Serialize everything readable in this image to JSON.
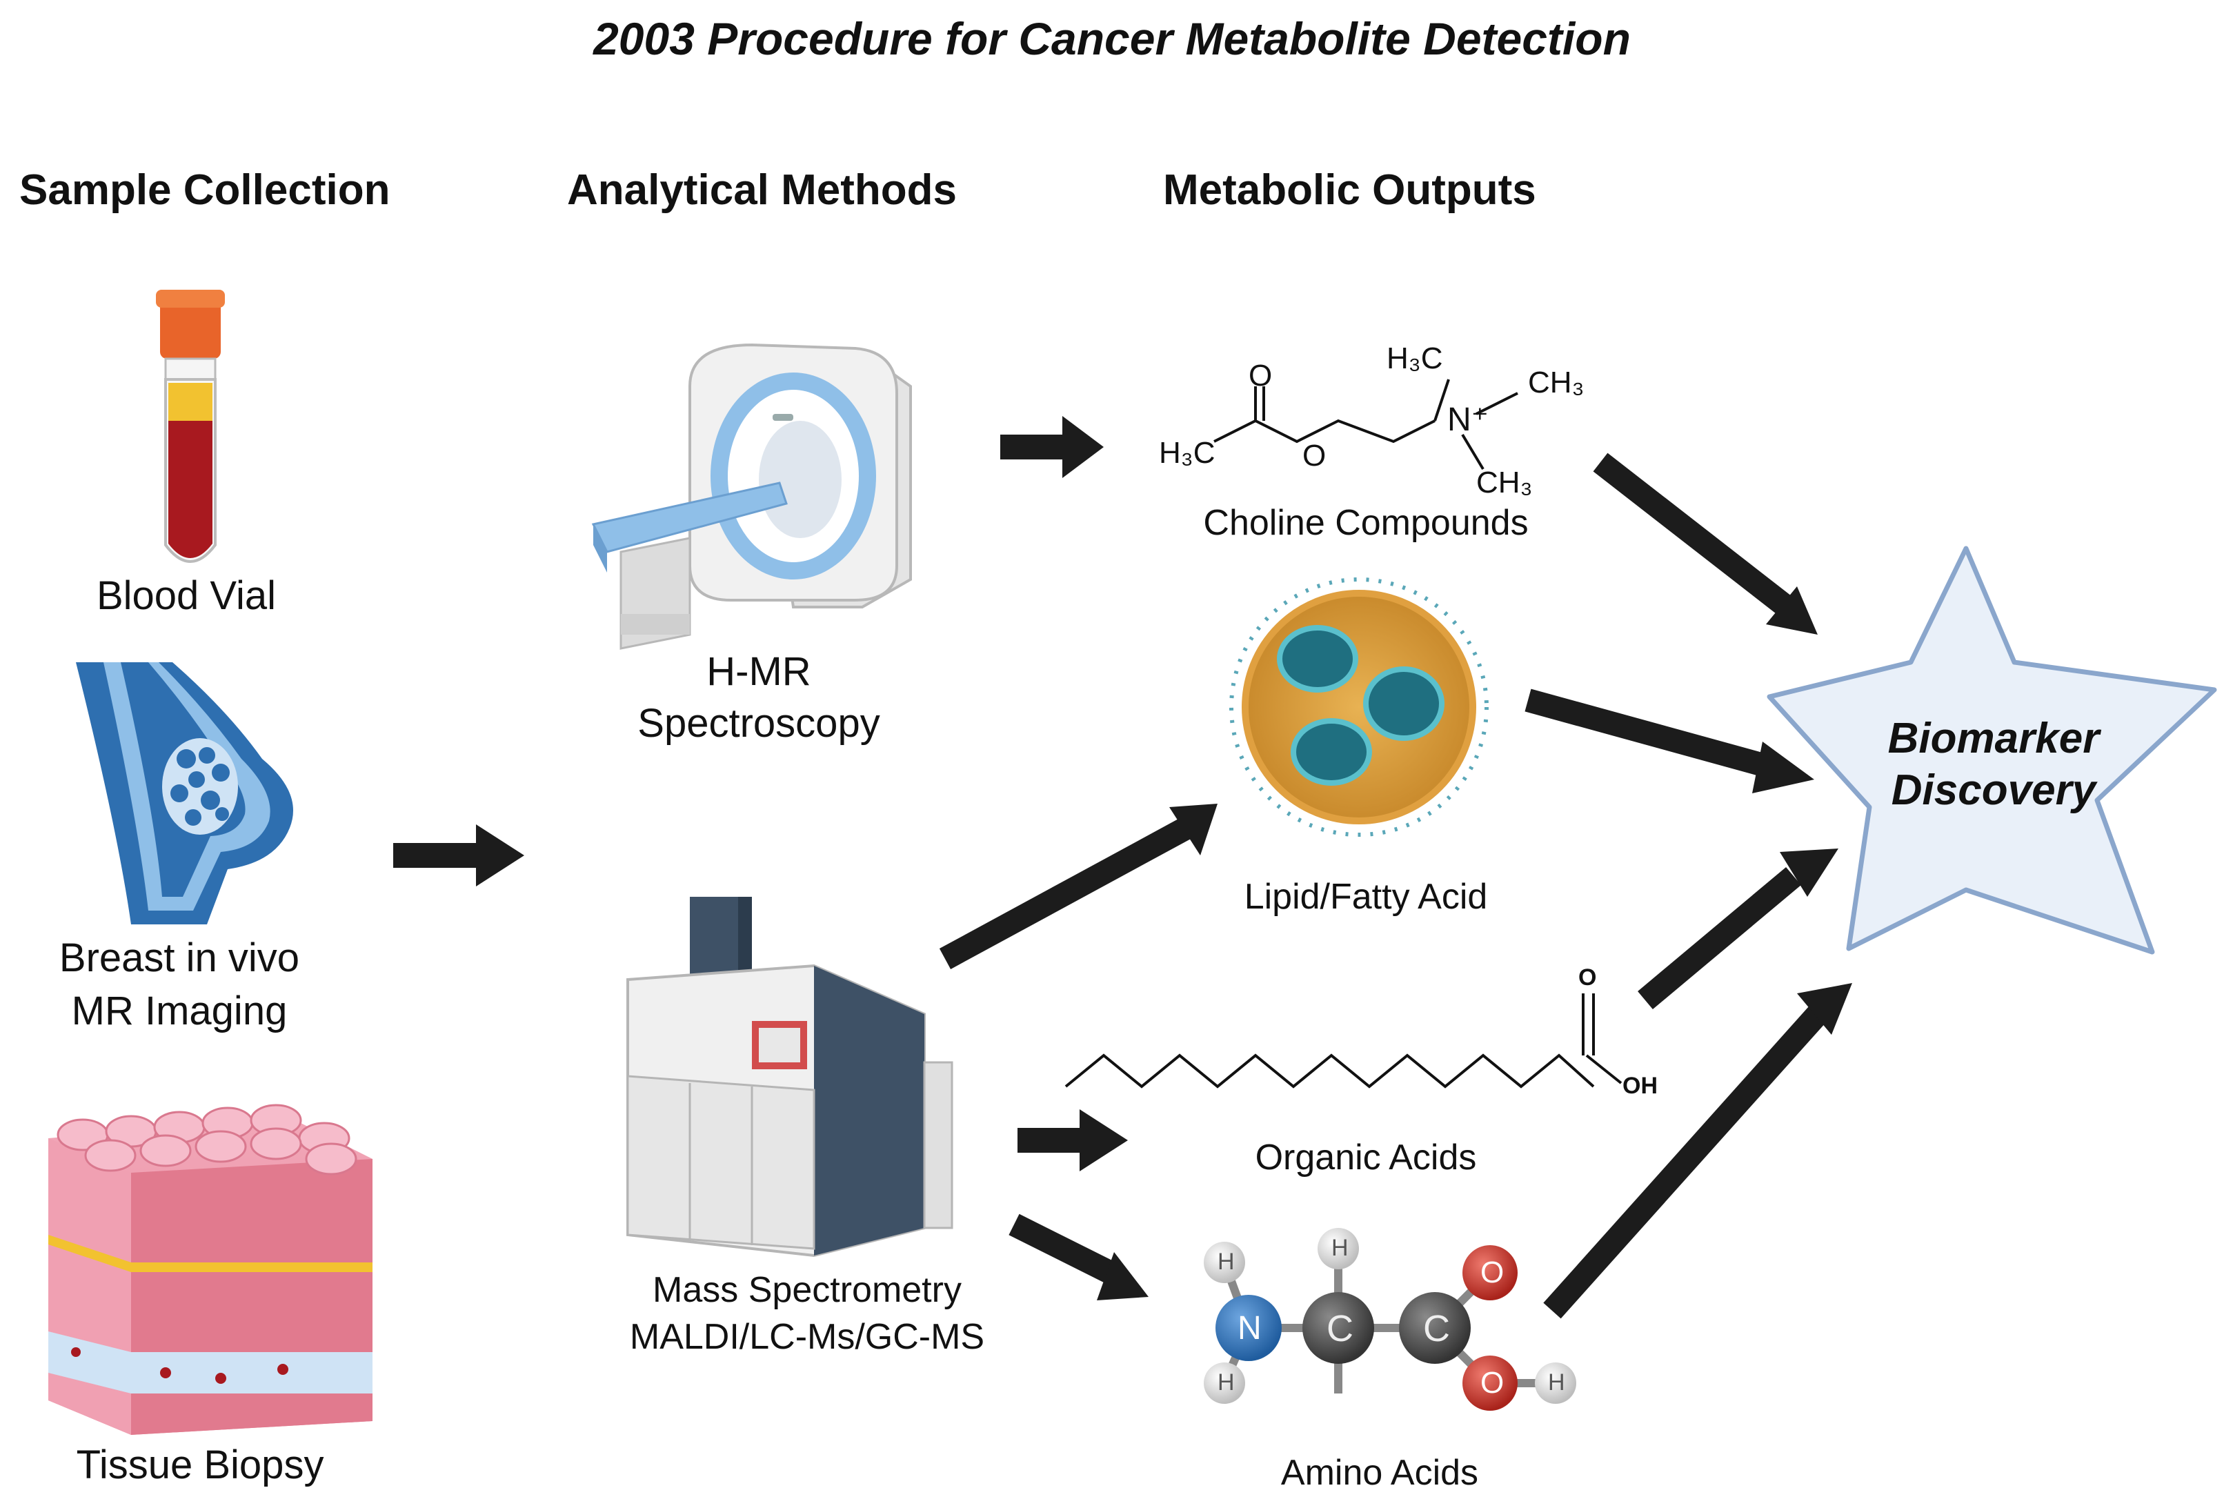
{
  "title": "2003 Procedure for Cancer Metabolite Detection",
  "columns": {
    "sample_collection": "Sample Collection",
    "analytical_methods": "Analytical Methods",
    "metabolic_outputs": "Metabolic Outputs"
  },
  "samples": {
    "blood": "Blood Vial",
    "breast_line1": "Breast in vivo",
    "breast_line2": "MR Imaging",
    "tissue": "Tissue Biopsy"
  },
  "methods": {
    "hmr_line1": "H-MR",
    "hmr_line2": "Spectroscopy",
    "ms_line1": "Mass Spectrometry",
    "ms_line2": "MALDI/LC-Ms/GC-MS"
  },
  "outputs": {
    "choline": "Choline Compounds",
    "lipid": "Lipid/Fatty Acid",
    "organic": "Organic Acids",
    "amino": "Amino Acids"
  },
  "chemistry": {
    "choline": {
      "ch3": "H",
      "h3c_left": "H",
      "o_top": "O",
      "o_ester": "O",
      "n": "N"
    },
    "organic": {
      "o": "O",
      "oh": "OH"
    },
    "amino": {
      "n": "N",
      "c1": "C",
      "c2": "C",
      "o1": "O",
      "o2": "O",
      "h": "H"
    }
  },
  "goal": {
    "line1": "Biomarker",
    "line2": "Discovery"
  },
  "colors": {
    "arrow": "#1c1c1c",
    "star_fill": "#e9f0f9",
    "star_stroke": "#8aa6cc",
    "blood": "#a8191f",
    "plasma": "#f2c230",
    "cap": "#e8642a",
    "breast": "#2e6fb0",
    "nitrogen": "#2a6db5",
    "oxygen": "#c8342a",
    "carbon": "#4a4a4a"
  }
}
